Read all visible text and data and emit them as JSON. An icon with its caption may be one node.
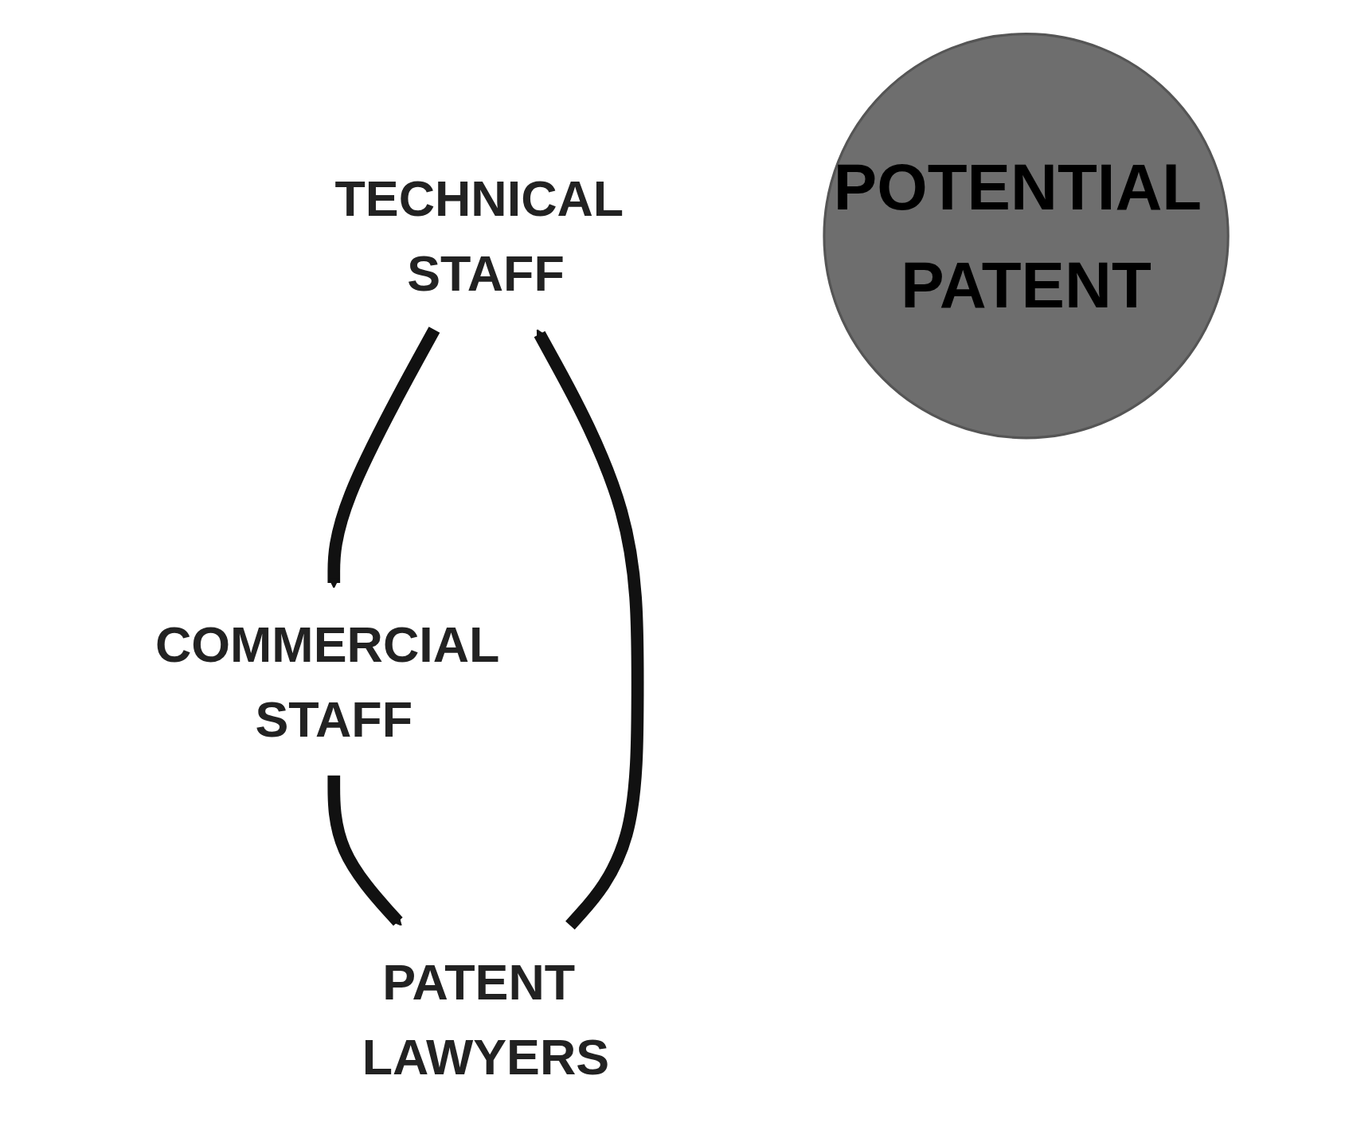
{
  "diagram": {
    "nodes": [
      {
        "text": [
          "TECHNICAL STAFF"
        ]
      },
      {
        "text": [
          "POTENTIAL PATENT"
        ]
      },
      {
        "text": [
          "PATENT LAWYERS"
        ]
      },
      {
        "text": [
          "COMMERCIAL STAFF"
        ]
      }
    ],
    "edges": [
      {
        "from": 0,
        "to": 3,
        "arrow": "to"
      },
      {
        "from": 3,
        "to": 2,
        "arrow": "to"
      },
      {
        "from": 2,
        "to": 0,
        "arrow": "to"
      }
    ]
  }
}
